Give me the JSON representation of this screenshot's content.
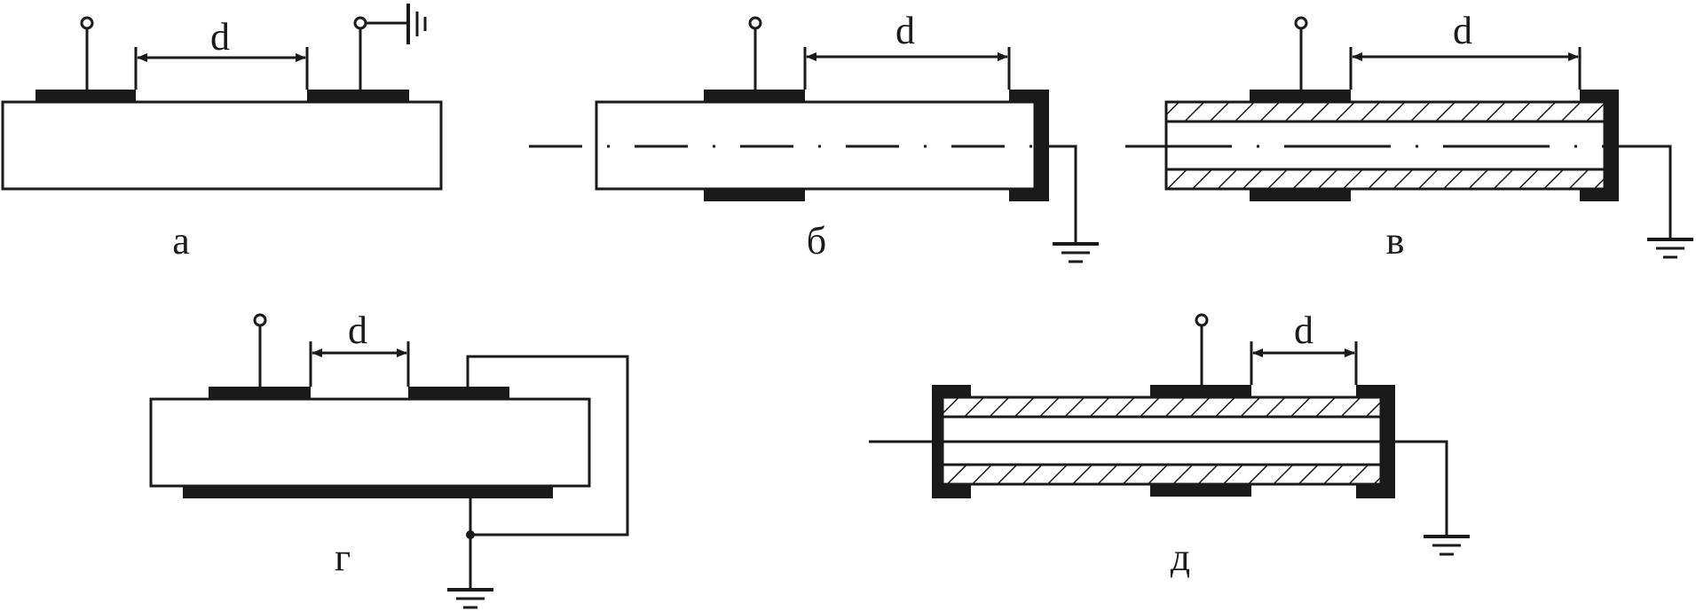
{
  "figure": {
    "panels": [
      {
        "id": "a",
        "caption": "а",
        "gap_label": "d"
      },
      {
        "id": "b",
        "caption": "б",
        "gap_label": "d"
      },
      {
        "id": "v",
        "caption": "в",
        "gap_label": "d"
      },
      {
        "id": "g",
        "caption": "г",
        "gap_label": "d"
      },
      {
        "id": "d",
        "caption": "д",
        "gap_label": "d"
      }
    ]
  },
  "colors": {
    "ink": "#1a1a1a",
    "background": "#ffffff"
  }
}
